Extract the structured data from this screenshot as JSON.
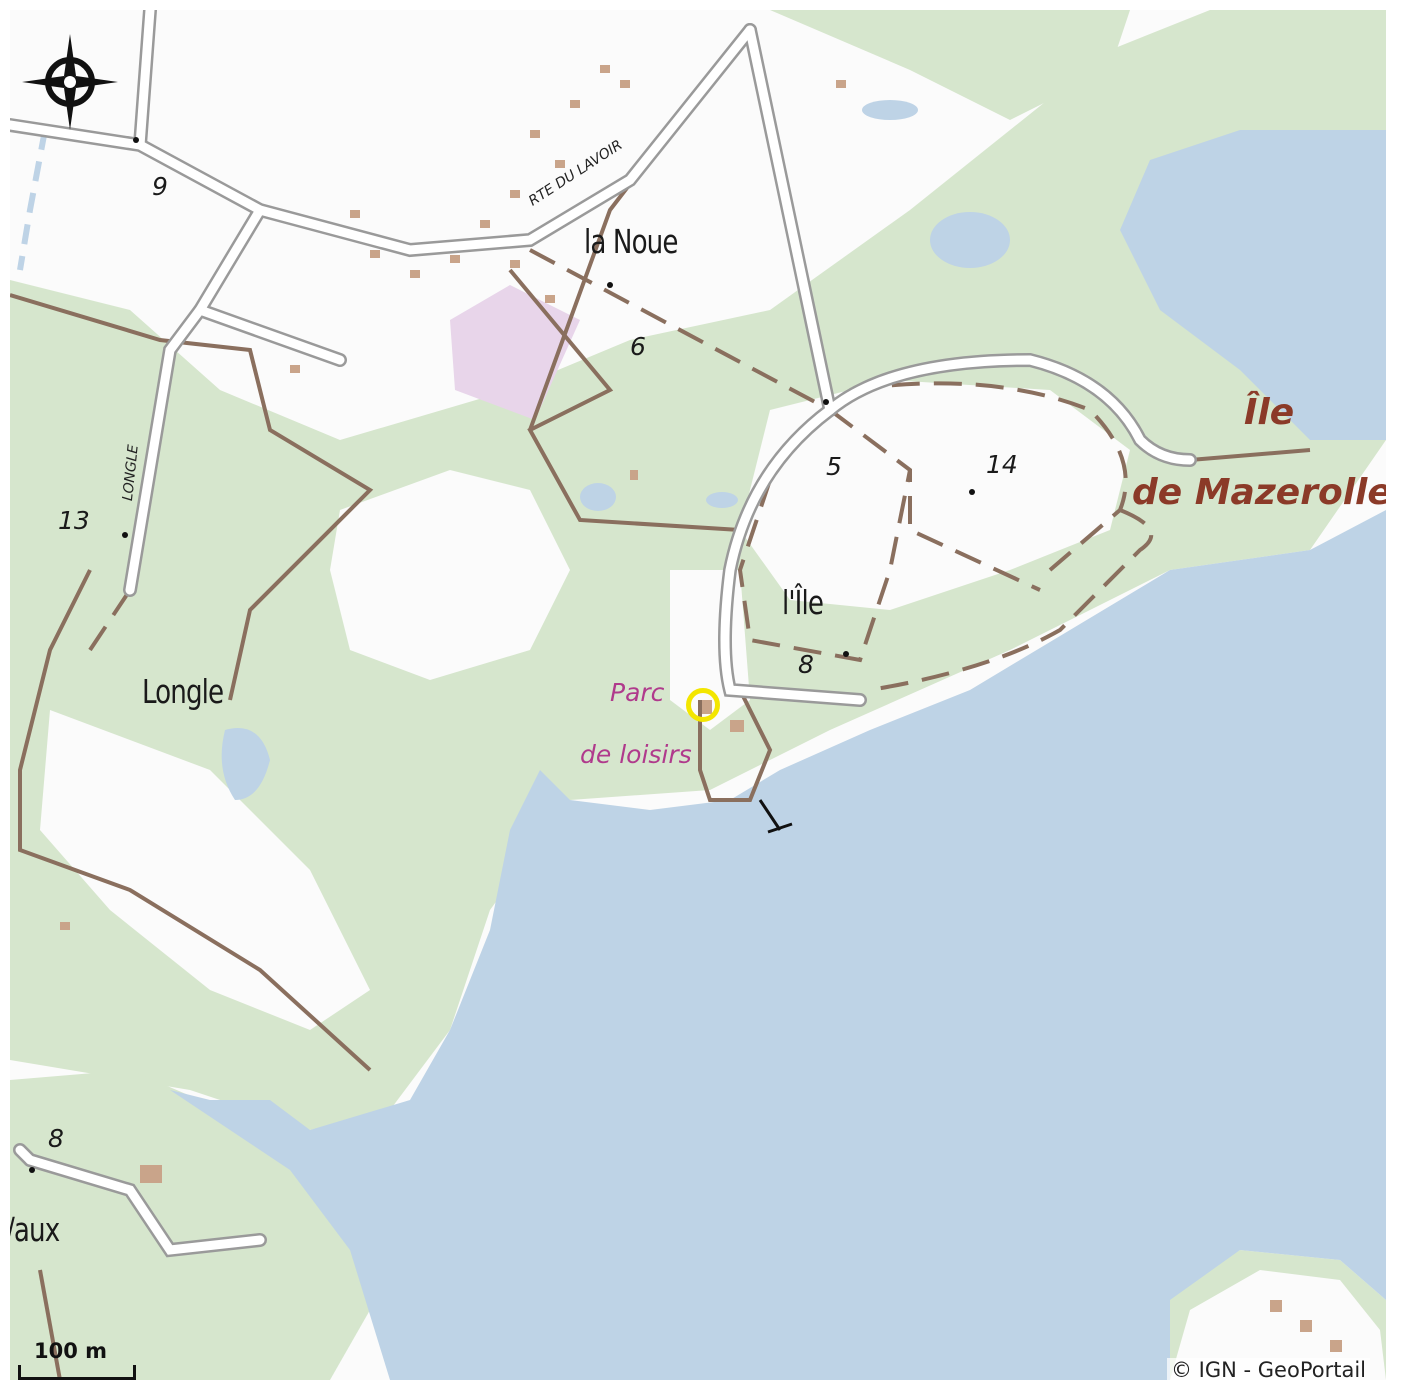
{
  "map": {
    "places": {
      "la_noue": "la Noue",
      "longle": "Longle",
      "l_ile": "l'Île",
      "vaux": "/aux"
    },
    "island": {
      "line1": "Île",
      "line2": "de Mazerolle"
    },
    "poi": {
      "line1": "Parc",
      "line2": "de loisirs"
    },
    "roads": {
      "rte_du_lavoir": "RTE DU LAVOIR",
      "longle_road": "LONGLE"
    },
    "altitudes": [
      "9",
      "13",
      "6",
      "5",
      "14",
      "8",
      "8"
    ],
    "scale_label": "100 m",
    "attribution": "© IGN - GeoPortail",
    "colors": {
      "water": "#bed3e6",
      "forest": "#d6e6cd",
      "path": "#8a6f5e",
      "building": "#c9a48a",
      "marker": "#f3e600"
    },
    "icons": {
      "compass": "compass-rose-icon",
      "location": "location-marker-icon"
    }
  }
}
